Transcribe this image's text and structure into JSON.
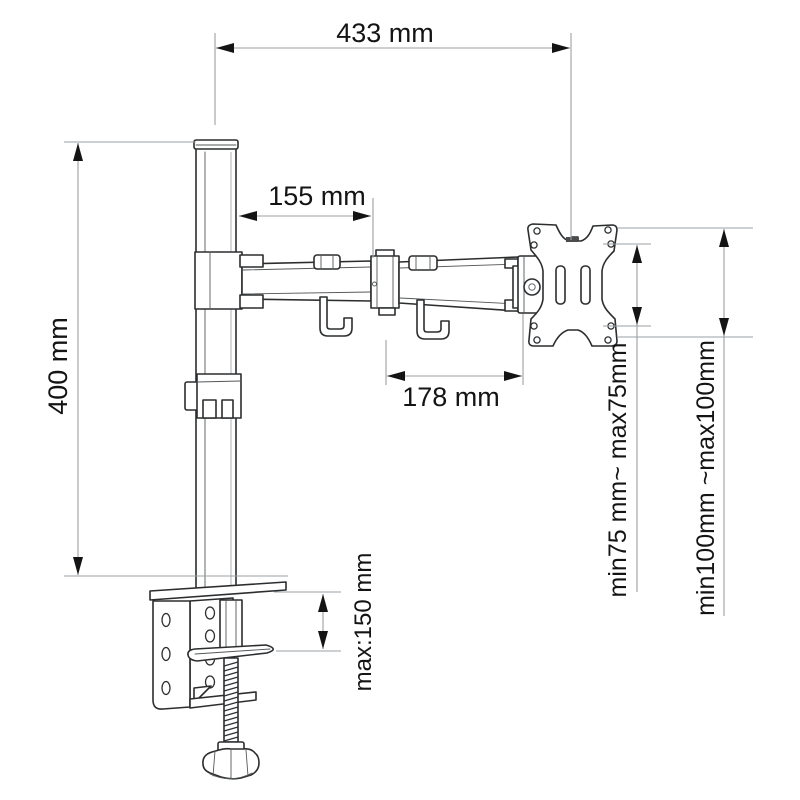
{
  "diagram_type": "desk-monitor-arm-dimension-drawing",
  "colors": {
    "background": "#ffffff",
    "part_line": "#2b2d2f",
    "dim_line": "#9aa0a4",
    "arrow": "#141414",
    "text": "#141414"
  },
  "dimensions": {
    "arm_total": {
      "label": "433 mm"
    },
    "arm_first": {
      "label": "155 mm"
    },
    "arm_second": {
      "label": "178 mm"
    },
    "pole_height": {
      "label": "400 mm"
    },
    "clamp_opening": {
      "label": "max:150 mm"
    },
    "vesa_inner": {
      "label": "min75 mm~ max75mm"
    },
    "vesa_outer": {
      "label": "min100mm ~max100mm"
    }
  }
}
